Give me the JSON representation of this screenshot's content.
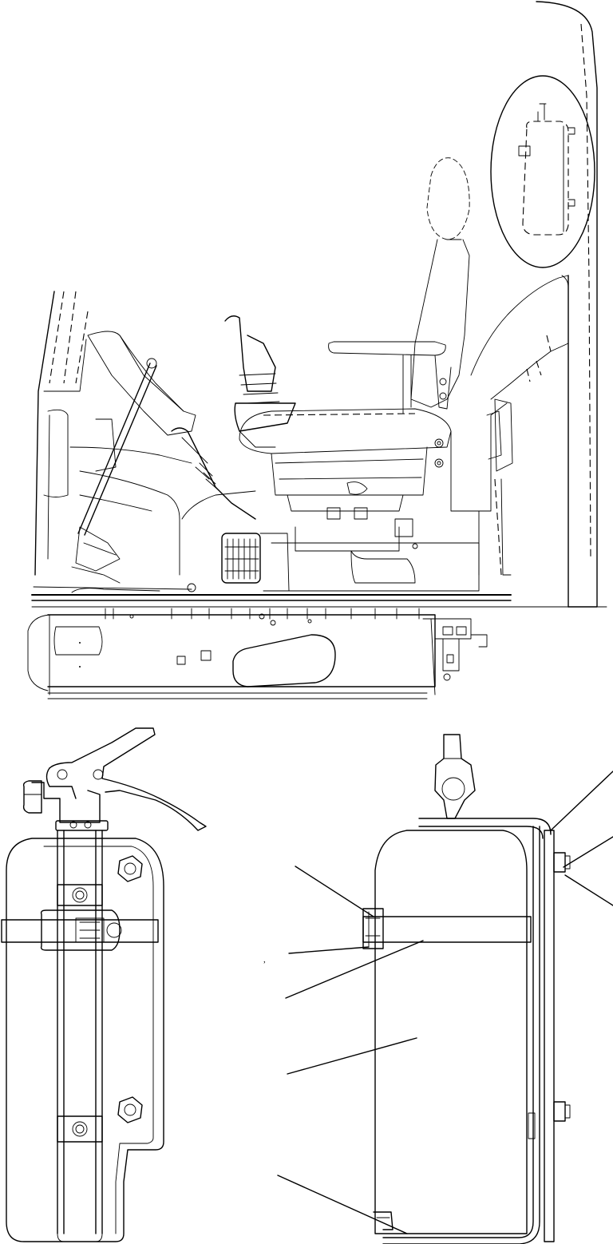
{
  "drawing": {
    "comma_mark": ",",
    "colors": {
      "ink": "#000000",
      "paper": "#ffffff"
    }
  },
  "views": [
    {
      "id": "cab-side-view",
      "depicts": "operator-cab-with-seat-and-control-levers"
    },
    {
      "id": "extinguisher-front-view",
      "depicts": "fire-extinguisher-with-strap-bracket"
    },
    {
      "id": "extinguisher-side-view",
      "depicts": "fire-extinguisher-on-wall-bracket"
    }
  ],
  "callouts": {
    "cab_view_count": 0,
    "extinguisher_side_view_leader_count": 8
  }
}
